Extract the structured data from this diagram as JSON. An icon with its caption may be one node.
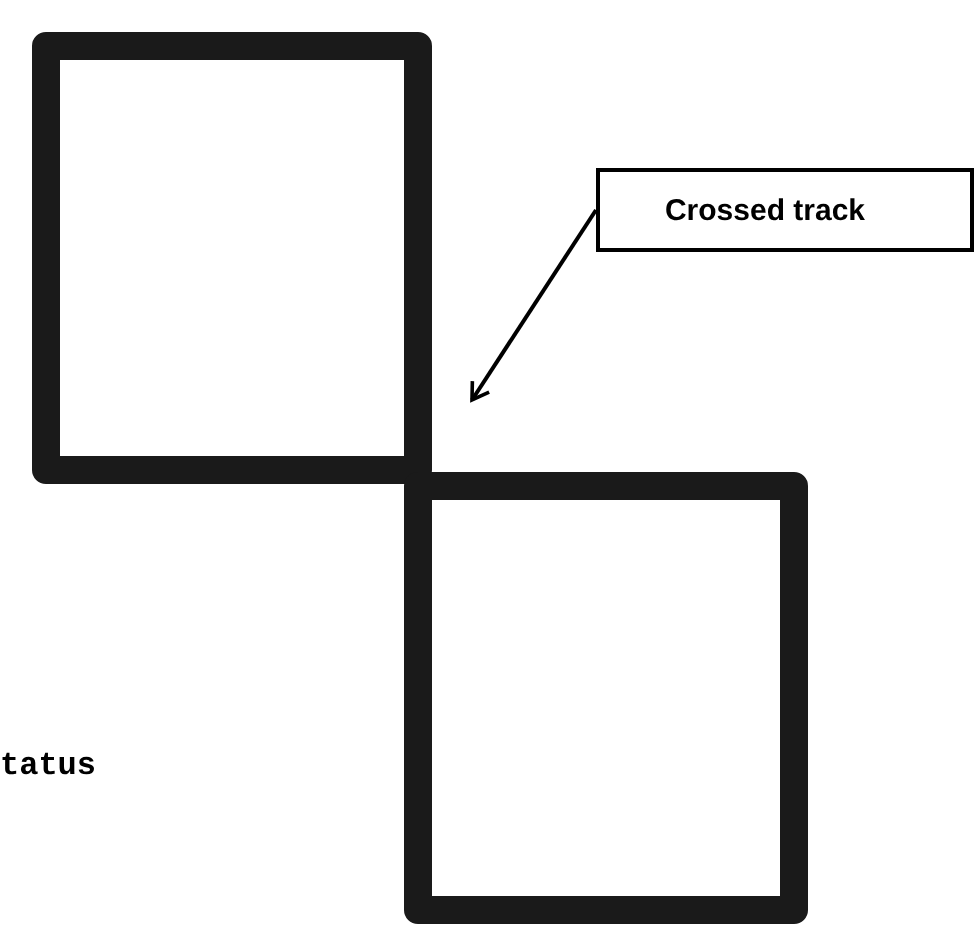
{
  "diagram": {
    "nodes": [
      {
        "text": [
          "Crossed track"
        ]
      },
      {
        "text": [],
        "shape": "picture"
      }
    ],
    "edges": [
      {
        "from": 0,
        "to": 1,
        "arrow": "to"
      }
    ],
    "labels": [
      "tatus"
    ]
  }
}
